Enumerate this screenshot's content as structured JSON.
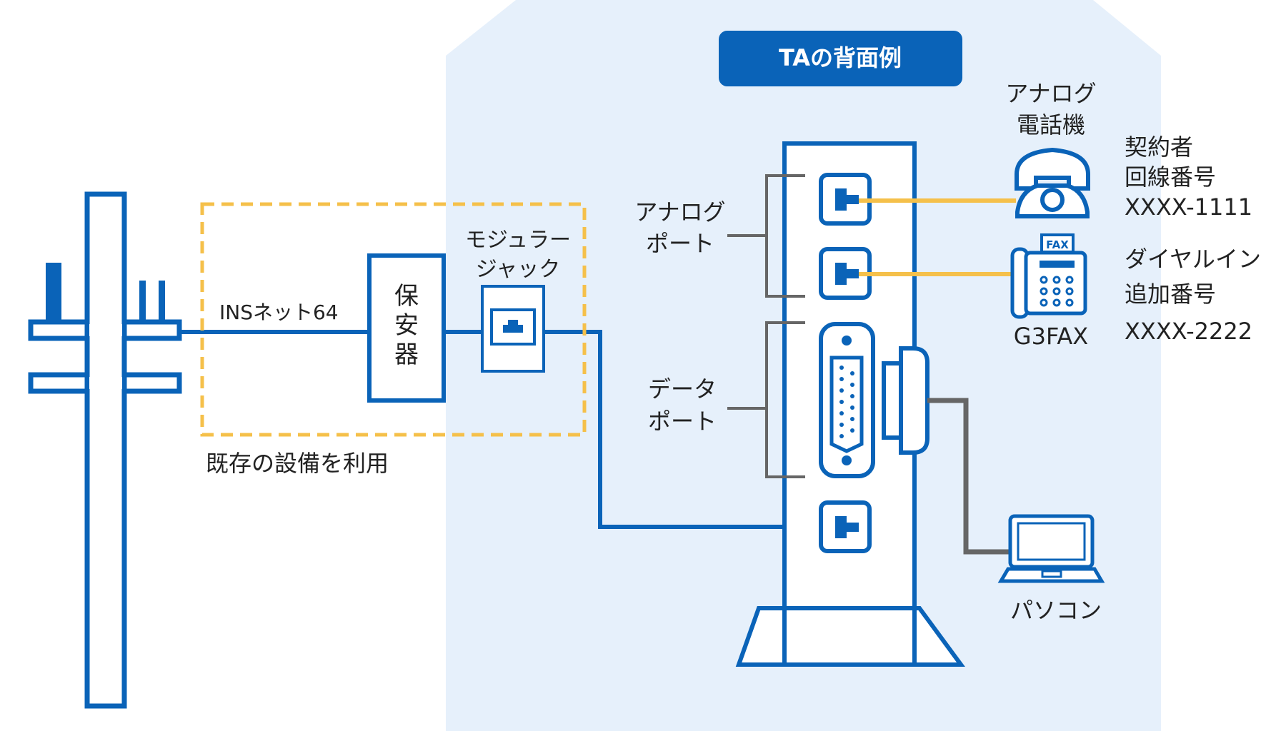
{
  "colors": {
    "primary": "#0a63b8",
    "panel_bg": "#e6f0fb",
    "analog_line": "#f5c04a",
    "dashed_box": "#f5c04a",
    "bracket": "#666666",
    "text": "#222222"
  },
  "title_badge": "TAの背面例",
  "labels": {
    "ins_net": "INSネット64",
    "protector": "保安器",
    "modular_jack": [
      "モジュラー",
      "ジャック"
    ],
    "existing": "既存の設備を利用",
    "analog_port": [
      "アナログ",
      "ポート"
    ],
    "data_port": [
      "データ",
      "ポート"
    ],
    "analog_phone": [
      "アナログ",
      "電話機"
    ],
    "g3fax": "G3FAX",
    "fax_badge": "FAX",
    "pc": "パソコン",
    "contract_number": [
      "契約者",
      "回線番号",
      "XXXX-1111"
    ],
    "dial_in_number": [
      "ダイヤルイン",
      "追加番号",
      "XXXX-2222"
    ]
  },
  "icons": [
    "utility-pole-icon",
    "telephone-icon",
    "fax-icon",
    "laptop-icon",
    "serial-port-icon",
    "rj-port-icon"
  ]
}
